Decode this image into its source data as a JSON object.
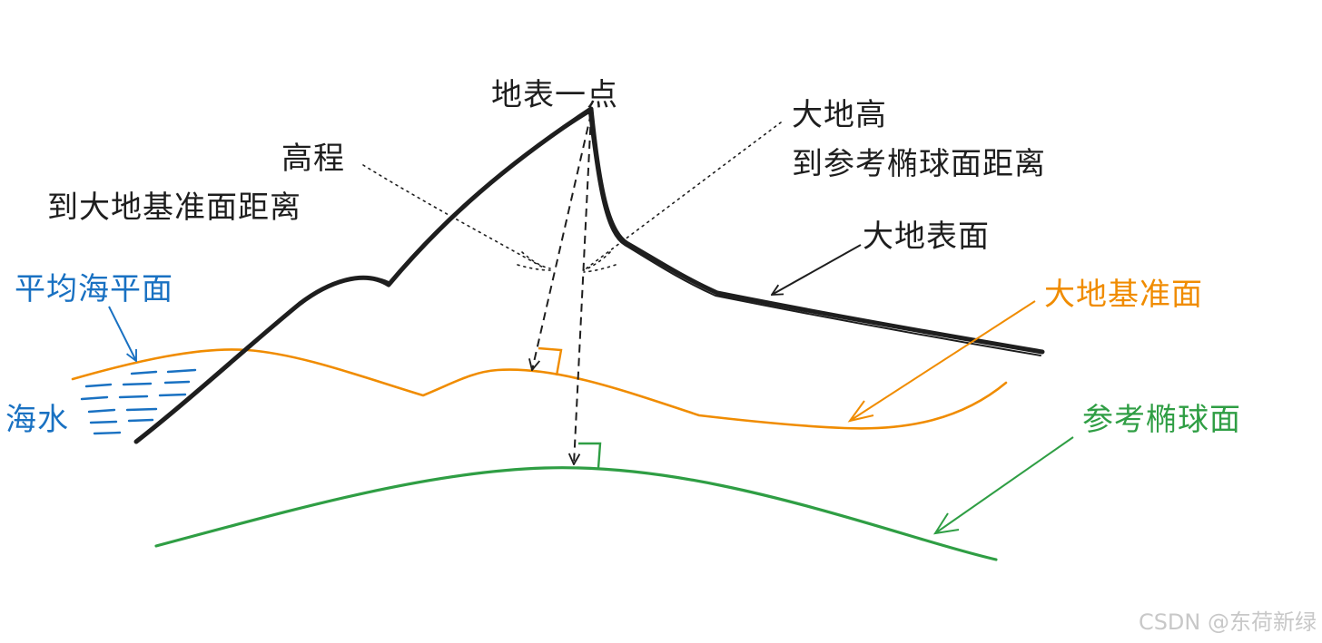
{
  "labels": {
    "surface_point": "地表一点",
    "elevation_line1": "高程",
    "elevation_line2": "到大地基准面距离",
    "geodetic_height_line1": "大地高",
    "geodetic_height_line2": "到参考椭球面距离",
    "earth_surface": "大地表面",
    "geoid": "大地基准面",
    "mean_sea_level": "平均海平面",
    "sea_water": "海水",
    "reference_ellipsoid": "参考椭球面"
  },
  "watermark": "CSDN @东荷新绿",
  "colors": {
    "surface": "#1e1e1e",
    "geoid": "#f08c00",
    "ellipsoid": "#2f9e44",
    "sea": "#1971c2",
    "annotation": "#1e1e1e",
    "watermark": "#c8c8c8"
  }
}
